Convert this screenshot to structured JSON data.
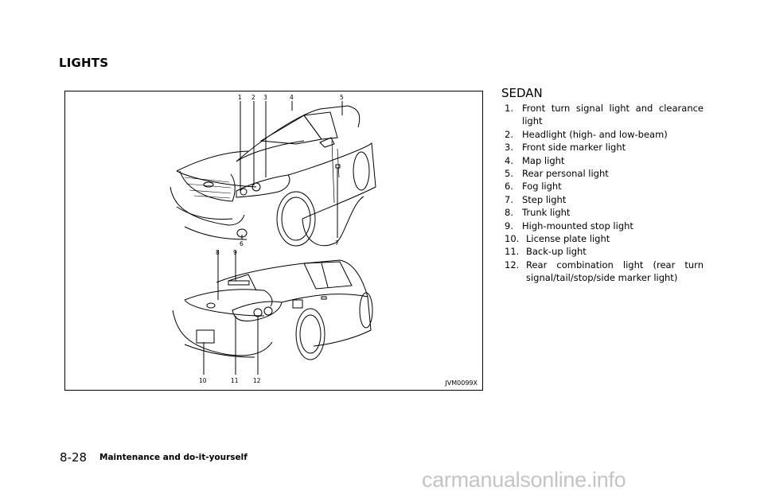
{
  "section_title": "LIGHTS",
  "figure": {
    "code": "JVM0099X",
    "callouts": {
      "n1": "1",
      "n2": "2",
      "n3": "3",
      "n4": "4",
      "n5": "5",
      "n6": "6",
      "n7": "7",
      "n8": "8",
      "n9": "9",
      "n10": "10",
      "n11": "11",
      "n12": "12"
    }
  },
  "list_title": "SEDAN",
  "lights": [
    {
      "num": "1.",
      "text": "Front turn signal light and clearance light"
    },
    {
      "num": "2.",
      "text": "Headlight (high- and low-beam)"
    },
    {
      "num": "3.",
      "text": "Front side marker light"
    },
    {
      "num": "4.",
      "text": "Map light"
    },
    {
      "num": "5.",
      "text": "Rear personal light"
    },
    {
      "num": "6.",
      "text": "Fog light"
    },
    {
      "num": "7.",
      "text": "Step light"
    },
    {
      "num": "8.",
      "text": "Trunk light"
    },
    {
      "num": "9.",
      "text": "High-mounted stop light"
    },
    {
      "num": "10.",
      "text": "License plate light"
    },
    {
      "num": "11.",
      "text": "Back-up light"
    },
    {
      "num": "12.",
      "text": "Rear combination light (rear turn signal/tail/stop/side marker light)"
    }
  ],
  "footer": {
    "page_number": "8-28",
    "chapter": "Maintenance and do-it-yourself"
  },
  "watermark": "carmanualsonline.info"
}
